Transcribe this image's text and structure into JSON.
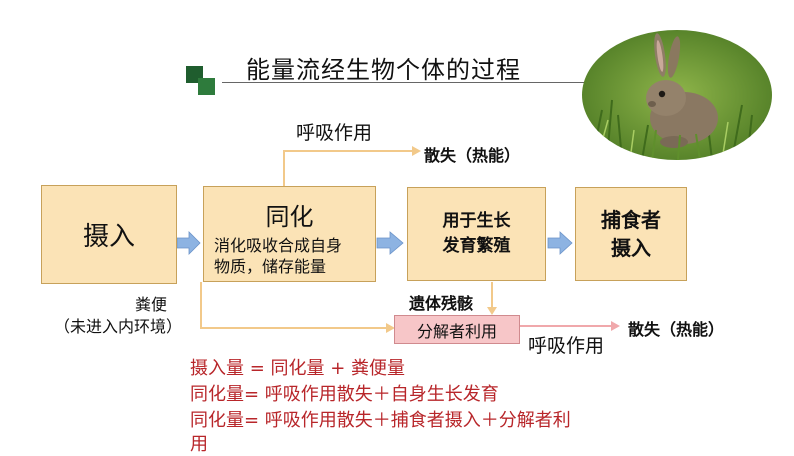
{
  "title": "能量流经生物个体的过程",
  "boxes": {
    "ingest": "摄入",
    "assimilate_title": "同化",
    "assimilate_line1": "消化吸收合成自身",
    "assimilate_line2": "物质，储存能量",
    "growth_line1": "用于生长",
    "growth_line2": "发育繁殖",
    "predator_line1": "捕食者",
    "predator_line2": "摄入",
    "decomposer": "分解者利用"
  },
  "labels": {
    "respiration_top": "呼吸作用",
    "heat_loss_top": "散失（热能）",
    "feces": "粪便",
    "feces_note": "（未进入内环境）",
    "remains": "遗体残骸",
    "respiration_bottom": "呼吸作用",
    "heat_loss_bottom": "散失（热能）"
  },
  "equations": [
    "摄入量 = 同化量 + 粪便量",
    "同化量= 呼吸作用散失＋自身生长发育",
    "同化量= 呼吸作用散失＋捕食者摄入＋分解者利",
    "用"
  ],
  "colors": {
    "box_fill": "#fbe3b6",
    "box_border": "#c7a15a",
    "arrow_fill": "#8db3e2",
    "line_color": "#f2c98a",
    "pink_fill": "#f7c6c8",
    "equation_red": "#b8262a",
    "accent_green": "#1f5d2e"
  },
  "icons": {
    "title_marker": "green-squares-icon",
    "photo": "rabbit-in-grass-photo"
  }
}
